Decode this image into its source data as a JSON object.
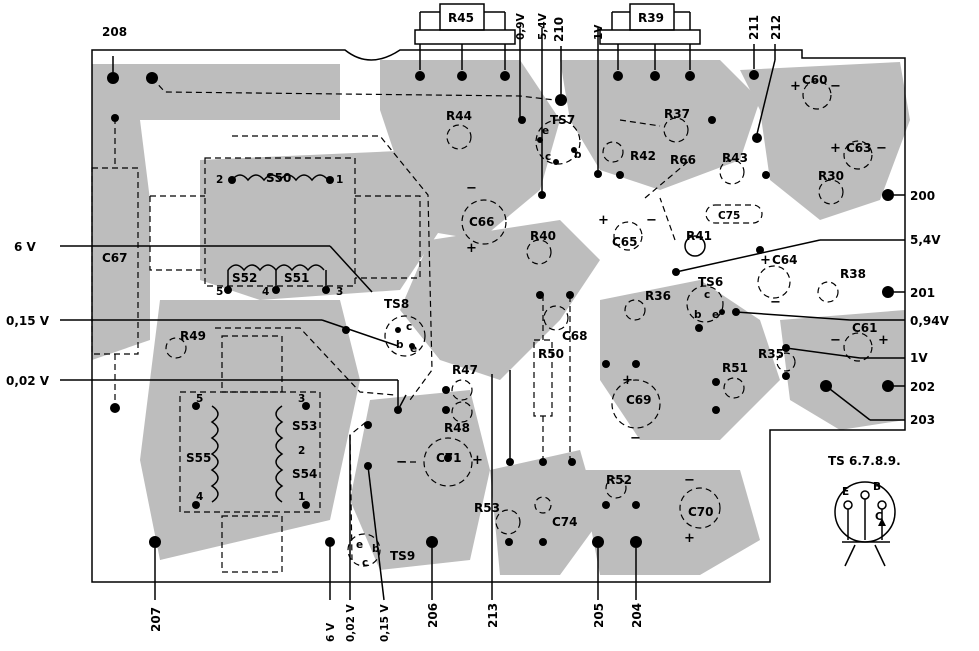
{
  "board": {
    "test_points": [
      "208",
      "210",
      "211",
      "212",
      "200",
      "201",
      "202",
      "203",
      "207",
      "206",
      "213",
      "205",
      "204"
    ],
    "voltages": {
      "v_0_9": "0,9V",
      "v_5_4_top": "5,4V",
      "v_1_top": "1V",
      "v_6_left": "6 V",
      "v_0_15_left": "0,15 V",
      "v_0_02_left": "0,02 V",
      "v_5_4_right": "5,4V",
      "v_0_94_right": "0,94V",
      "v_1_right": "1V",
      "v_6_bottom": "6 V",
      "v_0_02_bottom": "0,02 V",
      "v_0_15_bottom": "0,15 V"
    },
    "resistors": [
      "R45",
      "R39",
      "R44",
      "R37",
      "R42",
      "R66",
      "R43",
      "R30",
      "R40",
      "R41",
      "R38",
      "R36",
      "R35",
      "R49",
      "R47",
      "R48",
      "R50",
      "R51",
      "R52",
      "R53"
    ],
    "capacitors": [
      "C60",
      "C63",
      "C66",
      "C65",
      "C75",
      "C64",
      "C67",
      "C61",
      "C68",
      "C69",
      "C71",
      "C70",
      "C74"
    ],
    "transistors": [
      "TS7",
      "TS8",
      "TS6",
      "TS9"
    ],
    "coils": [
      "S50",
      "S52",
      "S51",
      "S53",
      "S54",
      "S55"
    ],
    "pin_numbers": {
      "s50_left": "2",
      "s50_right": "1",
      "s52_left": "5",
      "s52_mid": "4",
      "s51_right": "3",
      "s55_top": "5",
      "s55_bottom": "4",
      "s53_top": "3",
      "s54_mid": "2",
      "s54_bottom": "1"
    },
    "pin_letters": {
      "e": "e",
      "c": "c",
      "b": "b"
    },
    "minus": "−"
  },
  "legend": {
    "title": "TS 6.7.8.9.",
    "pins": {
      "e": "E",
      "b": "B",
      "c": "C"
    }
  }
}
